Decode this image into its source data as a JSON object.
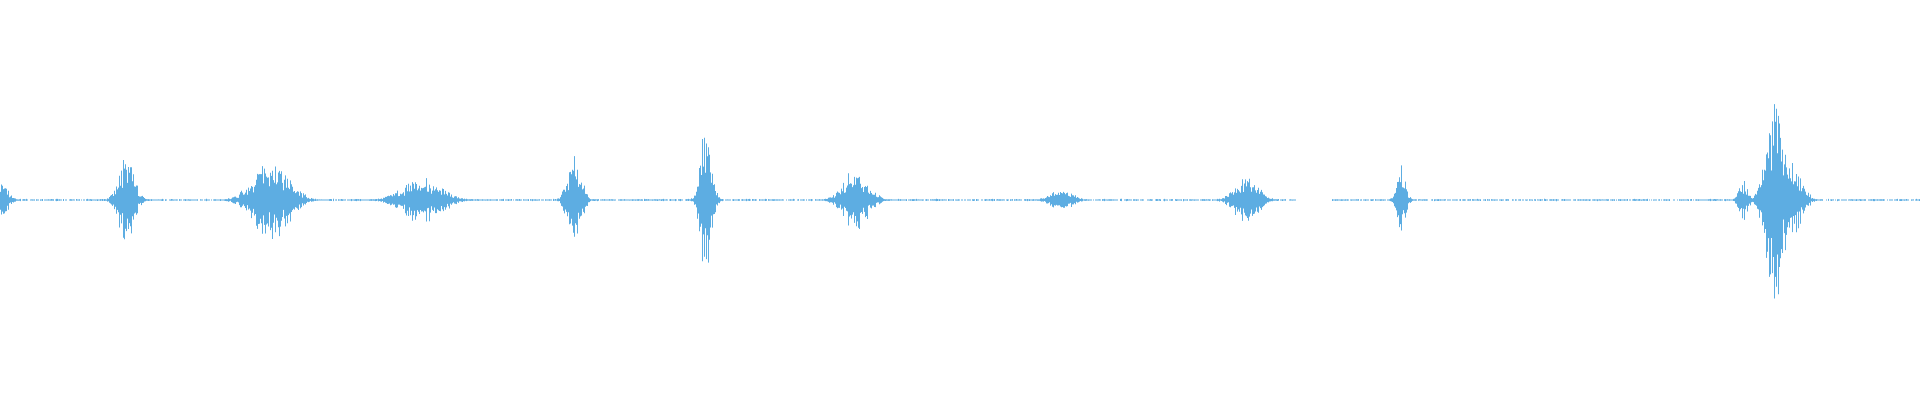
{
  "waveform": {
    "color": "#5dade2",
    "background": "#ffffff",
    "amplitude_scale": 1.0,
    "bursts": [
      {
        "t": 0.0005,
        "amp": 0.1,
        "width": 0.006
      },
      {
        "t": 0.0655,
        "amp": 0.25,
        "width": 0.007
      },
      {
        "t": 0.141,
        "amp": 0.22,
        "width": 0.016
      },
      {
        "t": 0.2195,
        "amp": 0.12,
        "width": 0.018
      },
      {
        "t": 0.299,
        "amp": 0.27,
        "width": 0.006
      },
      {
        "t": 0.3675,
        "amp": 0.4,
        "width": 0.005
      },
      {
        "t": 0.4455,
        "amp": 0.16,
        "width": 0.012
      },
      {
        "t": 0.5525,
        "amp": 0.06,
        "width": 0.01
      },
      {
        "t": 0.649,
        "amp": 0.13,
        "width": 0.011
      },
      {
        "t": 0.7295,
        "amp": 0.2,
        "width": 0.004
      },
      {
        "t": 0.908,
        "amp": 0.12,
        "width": 0.004
      },
      {
        "t": 0.9245,
        "amp": 0.58,
        "width": 0.008
      },
      {
        "t": 0.934,
        "amp": 0.2,
        "width": 0.008
      }
    ],
    "gaps": [
      [
        0.6745,
        0.6935
      ]
    ]
  }
}
